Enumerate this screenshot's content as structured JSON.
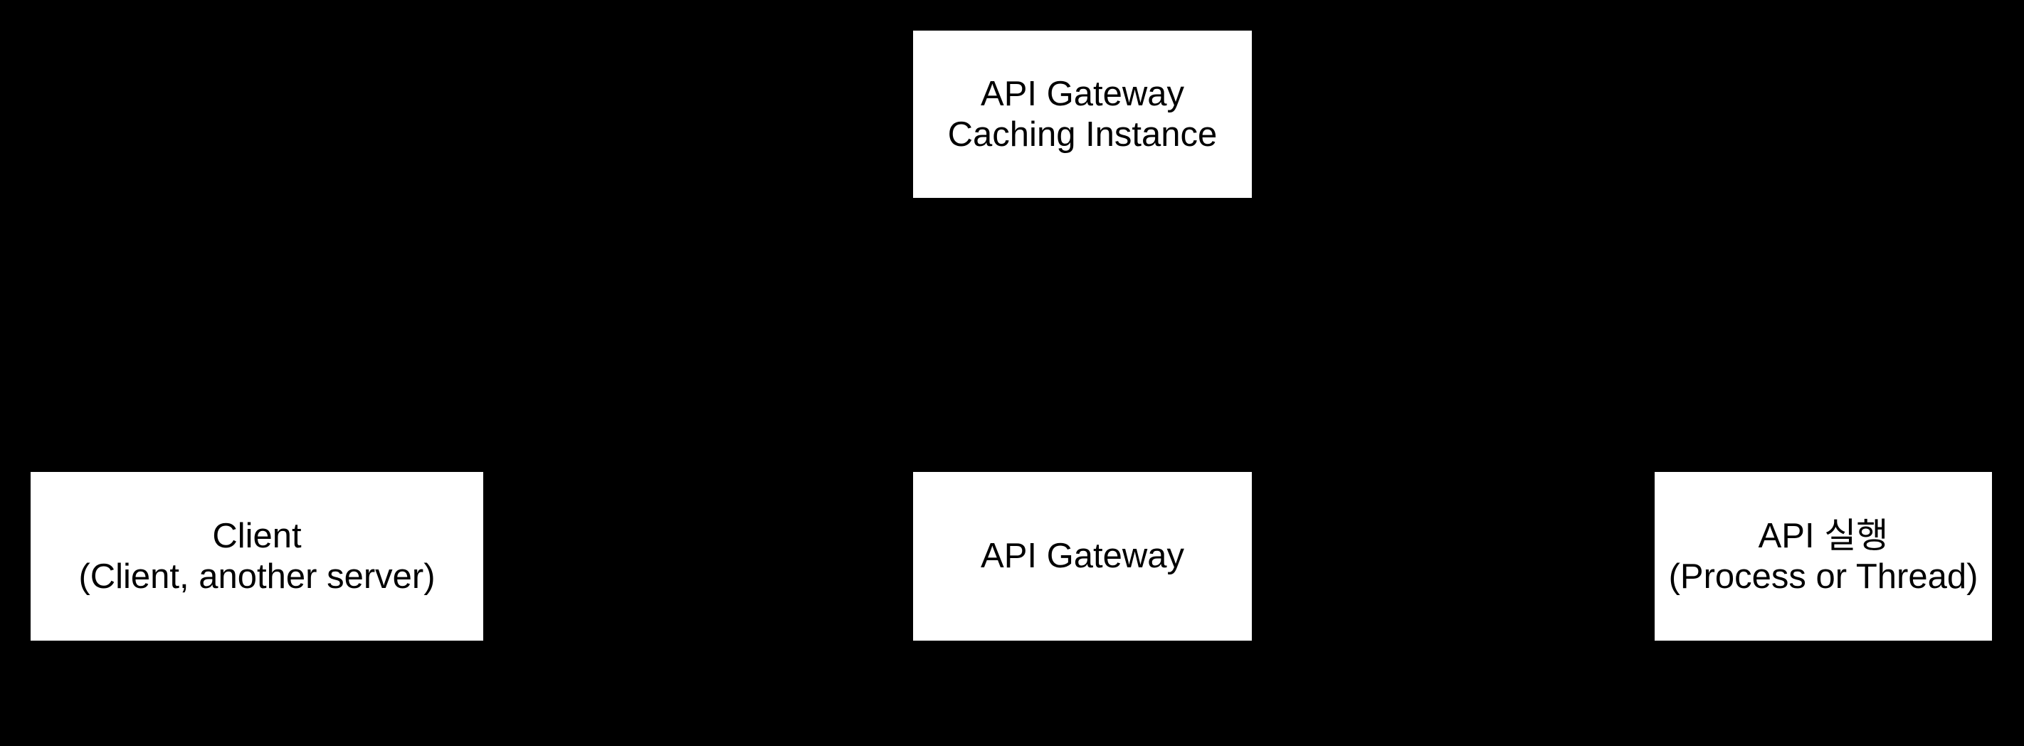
{
  "colors": {
    "background": "#000000",
    "node_fill": "#ffffff",
    "node_text": "#000000"
  },
  "nodes": [
    {
      "id": "api-gateway-caching-instance",
      "lines": [
        "API Gateway",
        "Caching Instance"
      ]
    },
    {
      "id": "client",
      "lines": [
        "Client",
        "(Client, another server)"
      ]
    },
    {
      "id": "api-gateway",
      "lines": [
        "API Gateway"
      ]
    },
    {
      "id": "api-execution",
      "lines": [
        "API 실행",
        "(Process or Thread)"
      ]
    }
  ]
}
